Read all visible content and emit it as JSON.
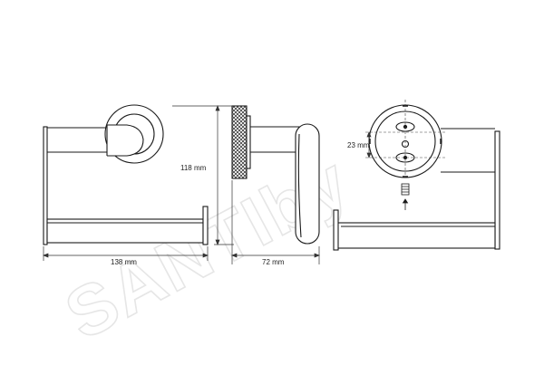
{
  "dimensions": {
    "width_label": "138 mm",
    "height_label": "118 mm",
    "depth_label": "72 mm",
    "spacing_label": "23 mm"
  },
  "watermark": {
    "text": "SANTIby"
  },
  "colors": {
    "line": "#1a1a1a",
    "dim_line": "#333333",
    "watermark": "#e6e6e6"
  }
}
